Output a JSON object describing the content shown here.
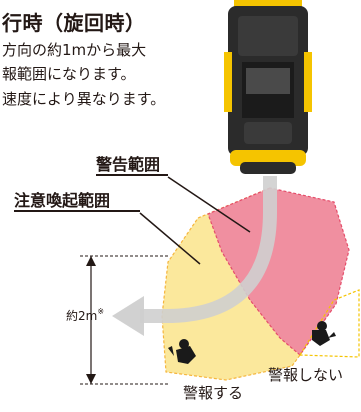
{
  "heading": "行時（旋回時）",
  "description": [
    "方向の約1mから最大",
    "報範囲になります。",
    "速度により異なります。"
  ],
  "zones": {
    "warning_label": "警告範囲",
    "caution_label": "注意喚起範囲"
  },
  "dimension": {
    "value": "約2m",
    "note_mark": "※"
  },
  "alarm": {
    "on_label": "警報する",
    "off_label": "警報しない"
  },
  "colors": {
    "warning_zone": "#f08fa0",
    "caution_zone": "#fbe89c",
    "arrow": "#cfcfcf",
    "vehicle_body": "#2b2b2b",
    "vehicle_accent": "#f5c400",
    "text": "#231815"
  },
  "icons": [
    "forklift-vehicle-icon",
    "person-icon",
    "person-icon",
    "turn-arrow-icon"
  ]
}
